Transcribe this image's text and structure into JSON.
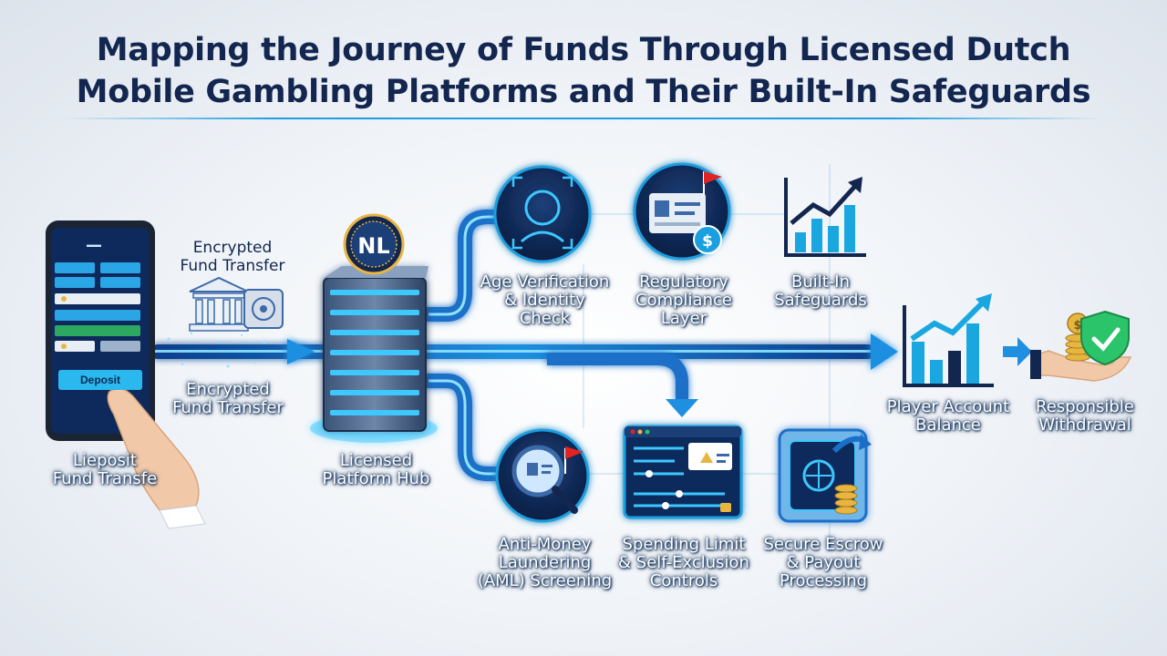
{
  "title": {
    "line1": "Mapping the Journey of Funds Through Licensed Dutch",
    "line2": "Mobile Gambling Platforms and Their Built-In Safeguards"
  },
  "phone": {
    "button_label": "Deposit",
    "caption_line1": "Lieposit",
    "caption_line2": "Fund Transfe"
  },
  "transfer_top": {
    "line1": "Encrypted",
    "line2": "Fund Transfer"
  },
  "transfer_bottom": {
    "line1": "Encrypted",
    "line2": "Fund Transfer"
  },
  "hub": {
    "badge": "NL",
    "line1": "Licensed",
    "line2": "Platform Hub"
  },
  "nodes": {
    "age": {
      "line1": "Age Verification",
      "line2": "& Identity",
      "line3": "Check"
    },
    "regulatory": {
      "line1": "Regulatory",
      "line2": "Compliance",
      "line3": "Layer"
    },
    "safeguards": {
      "line1": "Built-In",
      "line2": "Safeguards"
    },
    "aml": {
      "line1": "Anti-Money",
      "line2": "Laundering",
      "line3": "(AML) Screening"
    },
    "limits": {
      "line1": "Spending Limit",
      "line2": "& Self-Exclusion",
      "line3": "Controls"
    },
    "escrow": {
      "line1": "Secure Escrow",
      "line2": "& Payout",
      "line3": "Processing"
    },
    "balance": {
      "line1": "Player Account",
      "line2": "Balance"
    },
    "withdrawal": {
      "line1": "Responsible",
      "line2": "Withdrawal"
    }
  },
  "colors": {
    "navy": "#12264f",
    "accent_blue": "#1a9fe0",
    "glow_blue": "#3cc8ff",
    "flag_red": "#e02424",
    "success_green": "#2cc46a",
    "gold": "#e8b640"
  }
}
